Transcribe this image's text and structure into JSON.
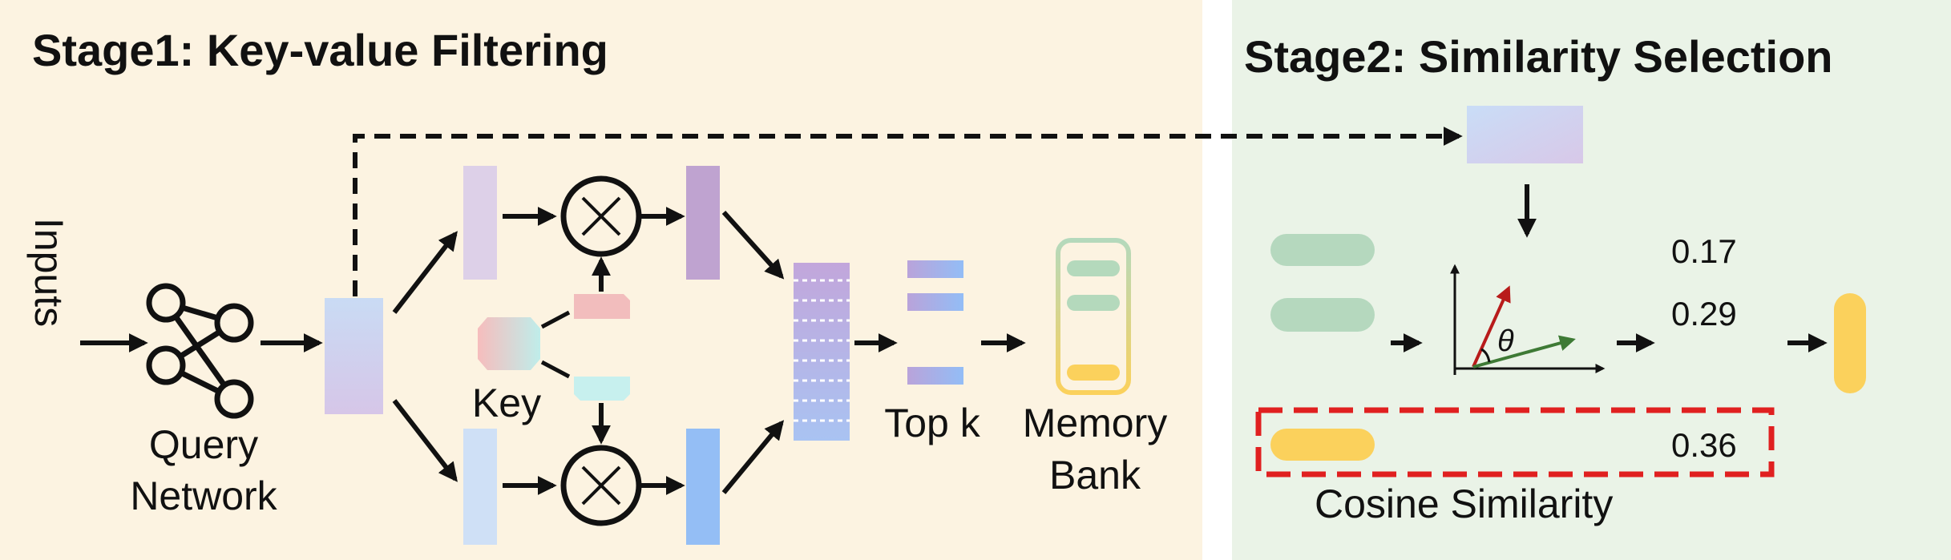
{
  "stage1": {
    "title": "Stage1: Key-value Filtering",
    "inputs_label": "Inputs",
    "query_network_label_line1": "Query",
    "query_network_label_line2": "Network",
    "key_label": "Key",
    "topk_label": "Top k",
    "memory_bank_label_line1": "Memory",
    "memory_bank_label_line2": "Bank"
  },
  "stage2": {
    "title": "Stage2: Similarity Selection",
    "scores": [
      "0.17",
      "0.29",
      "0.36"
    ],
    "theta_label": "θ",
    "cosine_label": "Cosine Similarity"
  },
  "colors": {
    "stage1_bg": "#FCF3E1",
    "stage2_bg": "#EAF3E7",
    "green_item": "#B5D8BE",
    "yellow_item": "#FBD15C",
    "selection_box": "#E02020",
    "red_vector": "#B81B1B",
    "green_vector": "#3E7A35",
    "purple_bar": "#BFA3D0",
    "blue_bar": "#94BEF5"
  },
  "icons": [
    "neural-network-icon",
    "multiply-icon",
    "memory-bank-icon"
  ]
}
